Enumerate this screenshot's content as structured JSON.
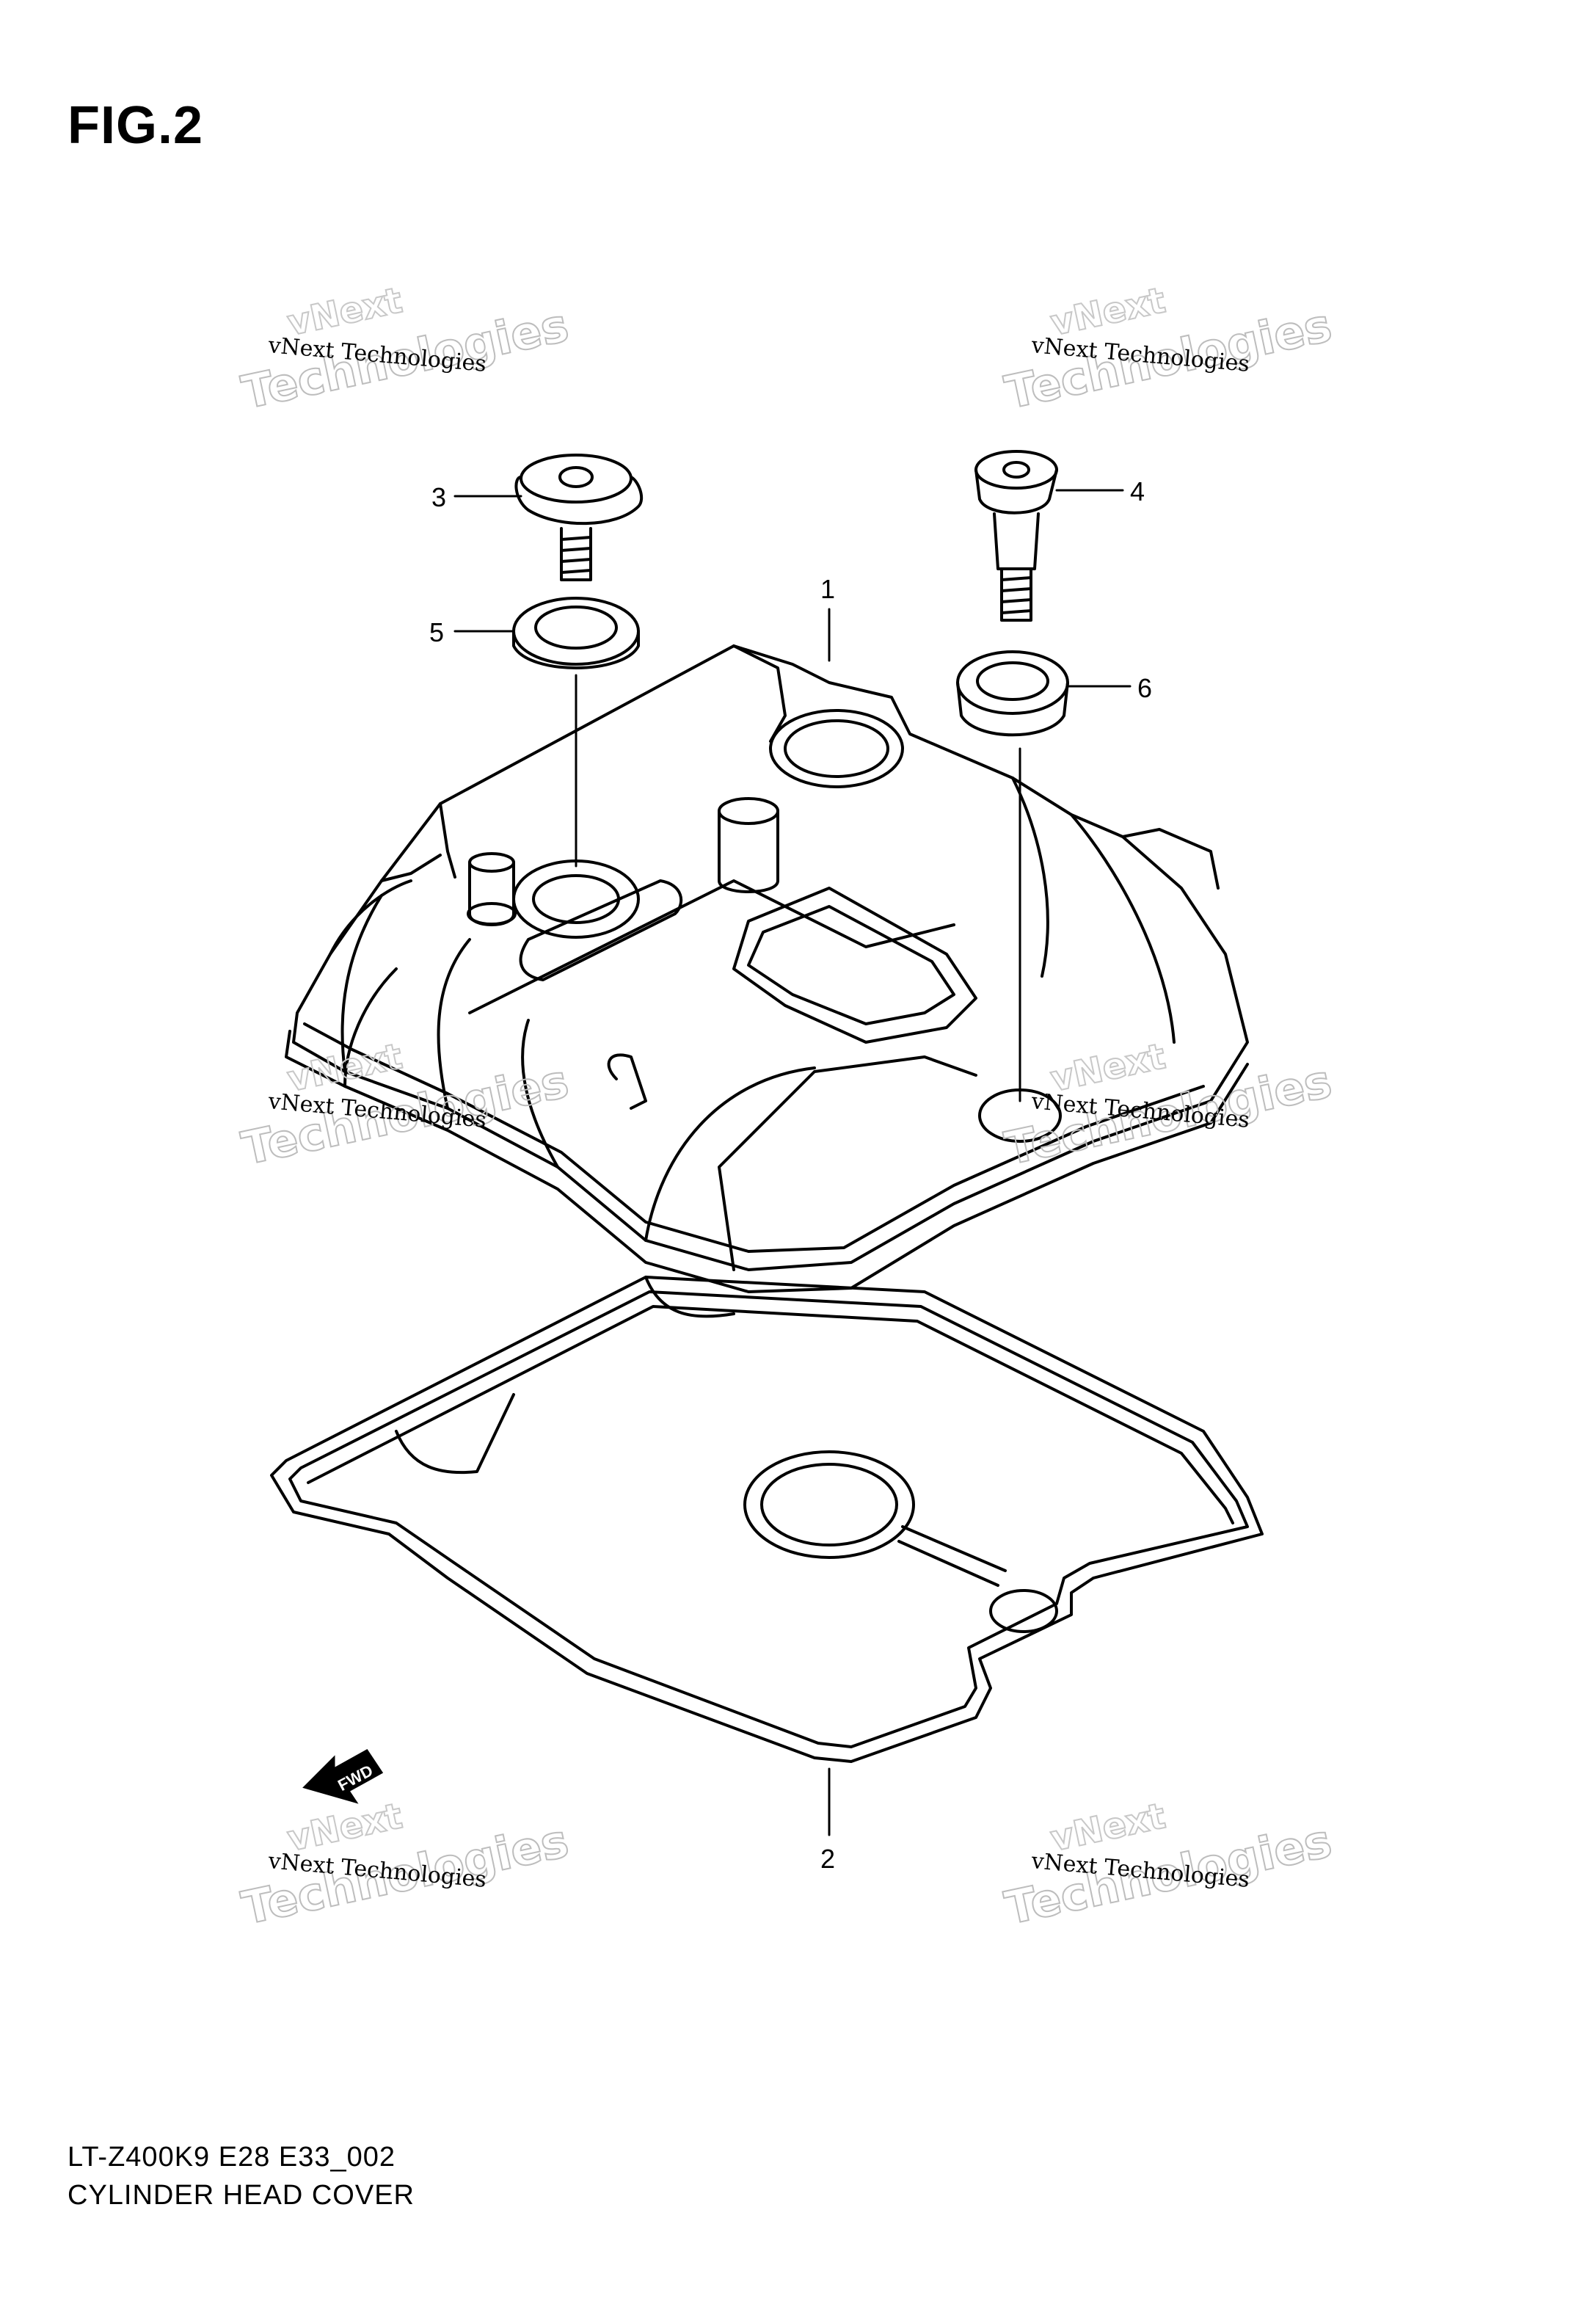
{
  "figure": {
    "title": "FIG.2",
    "model_code": "LT-Z400K9  E28  E33_002",
    "caption": "CYLINDER HEAD COVER"
  },
  "callouts": [
    {
      "number": "1",
      "part": "cylinder-head-cover"
    },
    {
      "number": "2",
      "part": "gasket"
    },
    {
      "number": "3",
      "part": "bolt"
    },
    {
      "number": "4",
      "part": "bolt"
    },
    {
      "number": "5",
      "part": "washer"
    },
    {
      "number": "6",
      "part": "washer"
    }
  ],
  "fwd_label": "FWD",
  "watermark": {
    "line1": "vNext Technologies",
    "line2_a": "vNext",
    "line2_b": "Technologies"
  }
}
